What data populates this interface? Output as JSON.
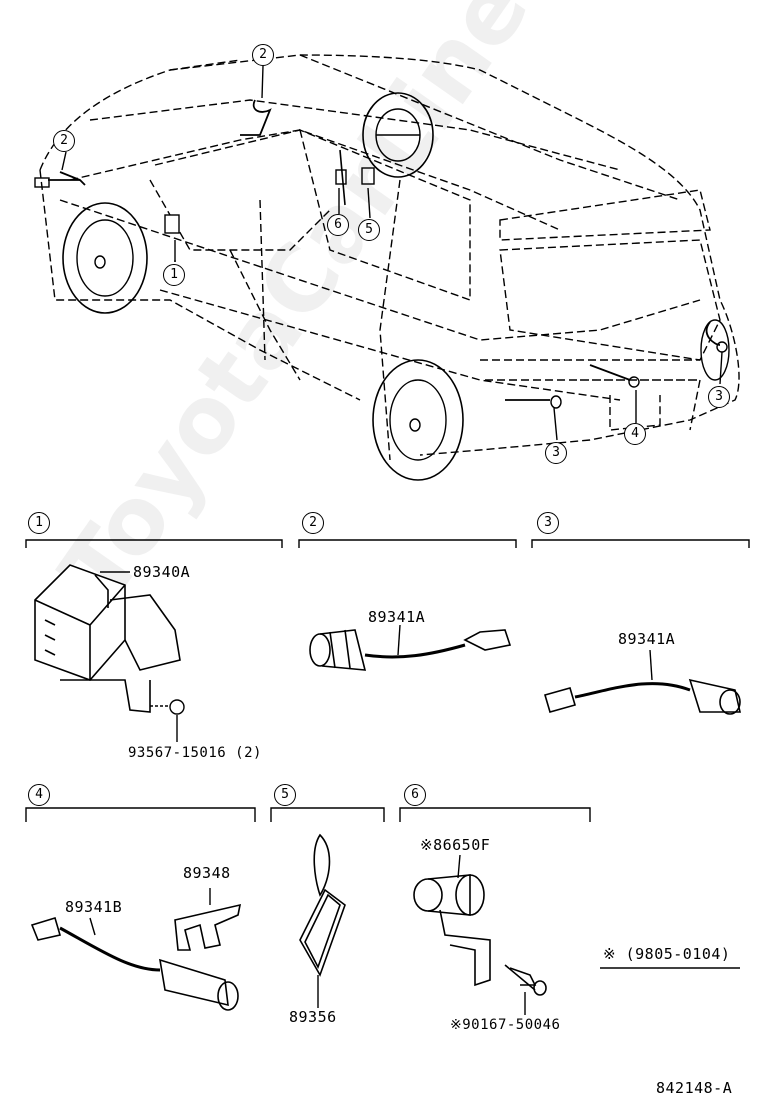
{
  "watermark": "ToyotaCarLine.ru",
  "callouts": {
    "c1": "1",
    "c2a": "2",
    "c2b": "2",
    "c3a": "3",
    "c3b": "3",
    "c4": "4",
    "c5": "5",
    "c6": "6"
  },
  "sections": [
    {
      "number": "1",
      "parts": [
        "89340A",
        "93567-15016 (2)"
      ]
    },
    {
      "number": "2",
      "parts": [
        "89341A"
      ]
    },
    {
      "number": "3",
      "parts": [
        "89341A"
      ]
    },
    {
      "number": "4",
      "parts": [
        "89341B",
        "89348"
      ]
    },
    {
      "number": "5",
      "parts": [
        "89356"
      ]
    },
    {
      "number": "6",
      "parts": [
        "※86650F",
        "※90167-50046"
      ]
    }
  ],
  "note": "※ (9805-0104)",
  "diagram_id": "842148-A"
}
